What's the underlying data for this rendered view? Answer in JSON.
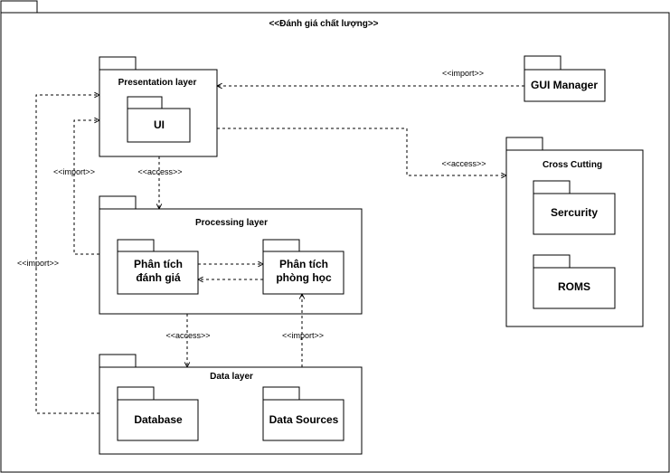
{
  "diagram": {
    "title": "<<Đánh giá chất  lượng>>",
    "packages": {
      "presentation": {
        "label": "Presentation layer",
        "ui": "UI"
      },
      "processing": {
        "label": "Processing layer",
        "evaluate": [
          "Phân tích",
          "đánh giá"
        ],
        "room": [
          "Phân tích",
          "phòng học"
        ]
      },
      "data": {
        "label": "Data layer",
        "database": "Database",
        "sources": "Data Sources"
      },
      "gui_manager": "GUI Manager",
      "cross_cutting": {
        "label": "Cross Cutting",
        "security": "Sercurity",
        "roms": "ROMS"
      }
    },
    "relations": {
      "gui_to_presentation": "<<import>>",
      "presentation_to_cross": "<<access>>",
      "presentation_to_processing": "<<access>>",
      "processing_to_presentation": "<<import>>",
      "data_to_presentation": "<<import>>",
      "processing_to_data": "<<access>>",
      "data_to_processing": "<<import>>"
    }
  }
}
